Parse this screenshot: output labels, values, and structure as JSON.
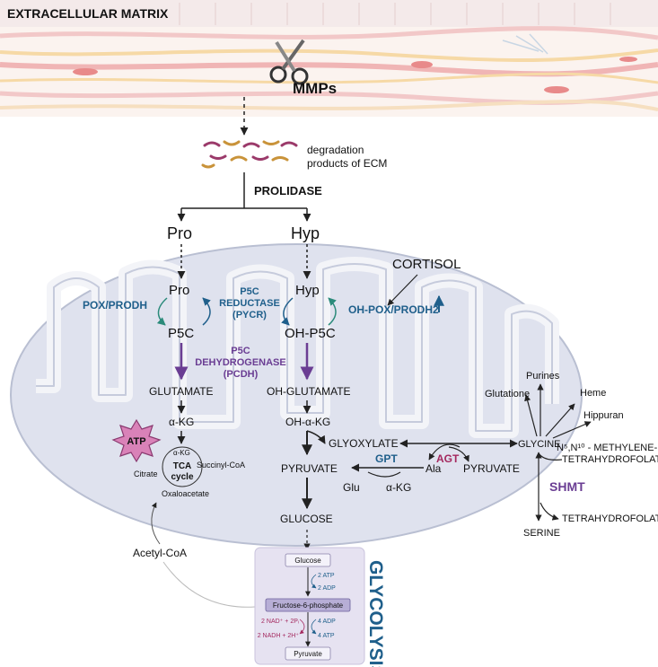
{
  "ecm": {
    "title": "EXTRACELLULAR MATRIX",
    "mmps": "MMPs",
    "scissors_icon": "scissors-icon",
    "degradation_line1": "degradation",
    "degradation_line2": "products of ECM",
    "prolidase": "PROLIDASE"
  },
  "amino": {
    "pro_outside": "Pro",
    "hyp_outside": "Hyp"
  },
  "mito": {
    "pro": "Pro",
    "p5c": "P5C",
    "hyp": "Hyp",
    "oh_p5c": "OH-P5C",
    "pox": "POX/PRODH",
    "p5c_reductase_1": "P5C",
    "p5c_reductase_2": "REDUCTASE",
    "p5c_reductase_3": "(PYCR)",
    "cortisol": "CORTISOL",
    "oh_pox": "OH-POX/PRODH2",
    "p5c_dh_1": "P5C",
    "p5c_dh_2": "DEHYDROGENASE",
    "p5c_dh_3": "(PCDH)",
    "glutamate": "GLUTAMATE",
    "oh_glutamate": "OH-GLUTAMATE",
    "akg": "α-KG",
    "oh_akg": "OH-α-KG",
    "atp": "ATP",
    "tca_akg": "α-KG",
    "tca_succ": "Succinyl-CoA",
    "tca_citrate": "Citrate",
    "tca_line1": "TCA",
    "tca_line2": "cycle",
    "tca_oxalo": "Oxaloacetate",
    "glyoxylate": "GLYOXYLATE",
    "pyruvate": "PYRUVATE",
    "gpt": "GPT",
    "agt": "AGT",
    "ala": "Ala",
    "glu": "Glu",
    "gpt_akg": "α-KG",
    "pyruvate_right": "PYRUVATE",
    "glucose": "GLUCOSE"
  },
  "glycine": {
    "glycine": "GLYCINE",
    "purines": "Purines",
    "glutathione": "Glutatione",
    "heme": "Heme",
    "hippuran": "Hippuran",
    "methylene_1": "N⁵,N¹⁰ - METHYLENE-",
    "methylene_2": "TETRAHYDROFOLATE",
    "shmt": "SHMT",
    "thf": "TETRAHYDROFOLATE",
    "serine": "SERINE"
  },
  "acetyl": "Acetyl-CoA",
  "glycolysis": {
    "title": "GLYCOLYSIS",
    "glucose": "Glucose",
    "atp2": "2 ATP",
    "adp2": "2 ADP",
    "f6p": "Fructose-6-phosphate",
    "nad": "2 NAD⁺ + 2Pᵢ",
    "nadh": "2 NADH + 2H⁺",
    "adp4": "4 ADP",
    "atp4": "4 ATP",
    "pyruvate": "Pyruvate"
  },
  "colors": {
    "enzyme_blue": "#1f5f8b",
    "enzyme_purple": "#6a3d93",
    "enzyme_pink": "#a4285e",
    "mito_fill": "#dfe2ee",
    "glycolysis_box": "#e6e2f1",
    "atp_burst": "#d982b8"
  }
}
